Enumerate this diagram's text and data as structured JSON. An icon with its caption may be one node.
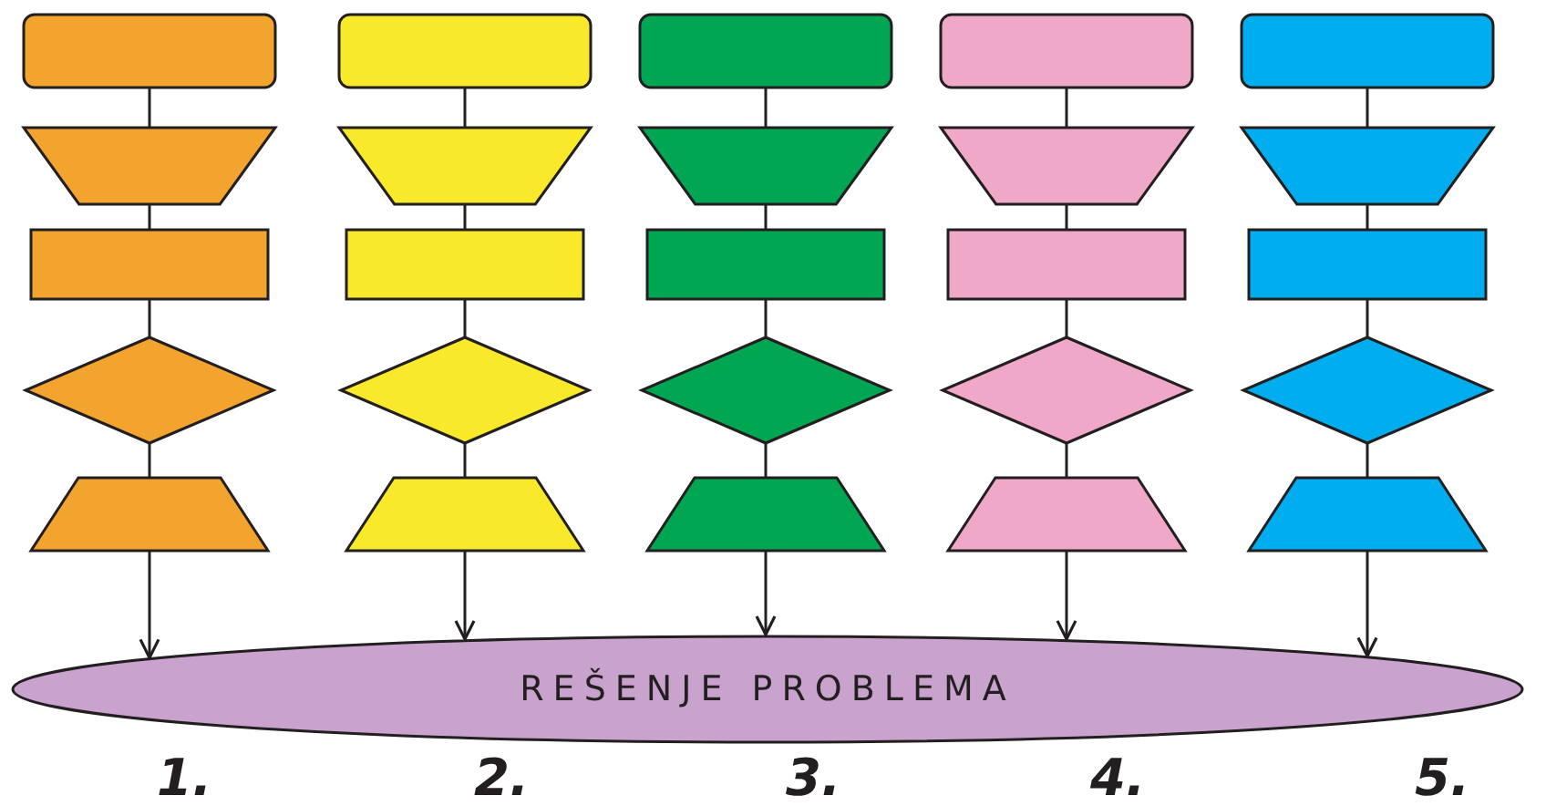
{
  "diagram": {
    "nodes": [
      {
        "text": [],
        "shape": "box"
      },
      {
        "text": [],
        "shape": "inverted-trapezoid"
      },
      {
        "text": [],
        "shape": "rectangle"
      },
      {
        "text": [],
        "shape": "diamond"
      },
      {
        "text": [],
        "shape": "trapezoid"
      },
      {
        "text": [],
        "shape": "box"
      },
      {
        "text": [],
        "shape": "inverted-trapezoid"
      },
      {
        "text": [],
        "shape": "rectangle"
      },
      {
        "text": [],
        "shape": "diamond"
      },
      {
        "text": [],
        "shape": "trapezoid"
      },
      {
        "text": [],
        "shape": "box"
      },
      {
        "text": [],
        "shape": "inverted-trapezoid"
      },
      {
        "text": [],
        "shape": "rectangle"
      },
      {
        "text": [],
        "shape": "diamond"
      },
      {
        "text": [],
        "shape": "trapezoid"
      },
      {
        "text": [],
        "shape": "box"
      },
      {
        "text": [],
        "shape": "inverted-trapezoid"
      },
      {
        "text": [],
        "shape": "rectangle"
      },
      {
        "text": [],
        "shape": "diamond"
      },
      {
        "text": [],
        "shape": "trapezoid"
      },
      {
        "text": [],
        "shape": "box"
      },
      {
        "text": [],
        "shape": "inverted-trapezoid"
      },
      {
        "text": [],
        "shape": "rectangle"
      },
      {
        "text": [],
        "shape": "diamond"
      },
      {
        "text": [],
        "shape": "trapezoid"
      },
      {
        "text": [
          "REŠENJE PROBLEMA"
        ]
      }
    ],
    "edges": [
      {
        "from": 0,
        "to": 1,
        "arrow": "none"
      },
      {
        "from": 1,
        "to": 2,
        "arrow": "none"
      },
      {
        "from": 2,
        "to": 3,
        "arrow": "none"
      },
      {
        "from": 3,
        "to": 4,
        "arrow": "none"
      },
      {
        "from": 4,
        "to": 25,
        "arrow": "to"
      },
      {
        "from": 5,
        "to": 6,
        "arrow": "none"
      },
      {
        "from": 6,
        "to": 7,
        "arrow": "none"
      },
      {
        "from": 7,
        "to": 8,
        "arrow": "none"
      },
      {
        "from": 8,
        "to": 9,
        "arrow": "none"
      },
      {
        "from": 9,
        "to": 25,
        "arrow": "to"
      },
      {
        "from": 10,
        "to": 11,
        "arrow": "none"
      },
      {
        "from": 11,
        "to": 12,
        "arrow": "none"
      },
      {
        "from": 12,
        "to": 13,
        "arrow": "none"
      },
      {
        "from": 13,
        "to": 14,
        "arrow": "none"
      },
      {
        "from": 14,
        "to": 25,
        "arrow": "to"
      },
      {
        "from": 15,
        "to": 16,
        "arrow": "none"
      },
      {
        "from": 16,
        "to": 17,
        "arrow": "none"
      },
      {
        "from": 17,
        "to": 18,
        "arrow": "none"
      },
      {
        "from": 18,
        "to": 19,
        "arrow": "none"
      },
      {
        "from": 19,
        "to": 25,
        "arrow": "to"
      },
      {
        "from": 20,
        "to": 21,
        "arrow": "none"
      },
      {
        "from": 21,
        "to": 22,
        "arrow": "none"
      },
      {
        "from": 22,
        "to": 23,
        "arrow": "none"
      },
      {
        "from": 23,
        "to": 24,
        "arrow": "none"
      },
      {
        "from": 24,
        "to": 25,
        "arrow": "to"
      }
    ],
    "labels": [
      "1.",
      "2.",
      "3.",
      "4.",
      "5."
    ]
  }
}
